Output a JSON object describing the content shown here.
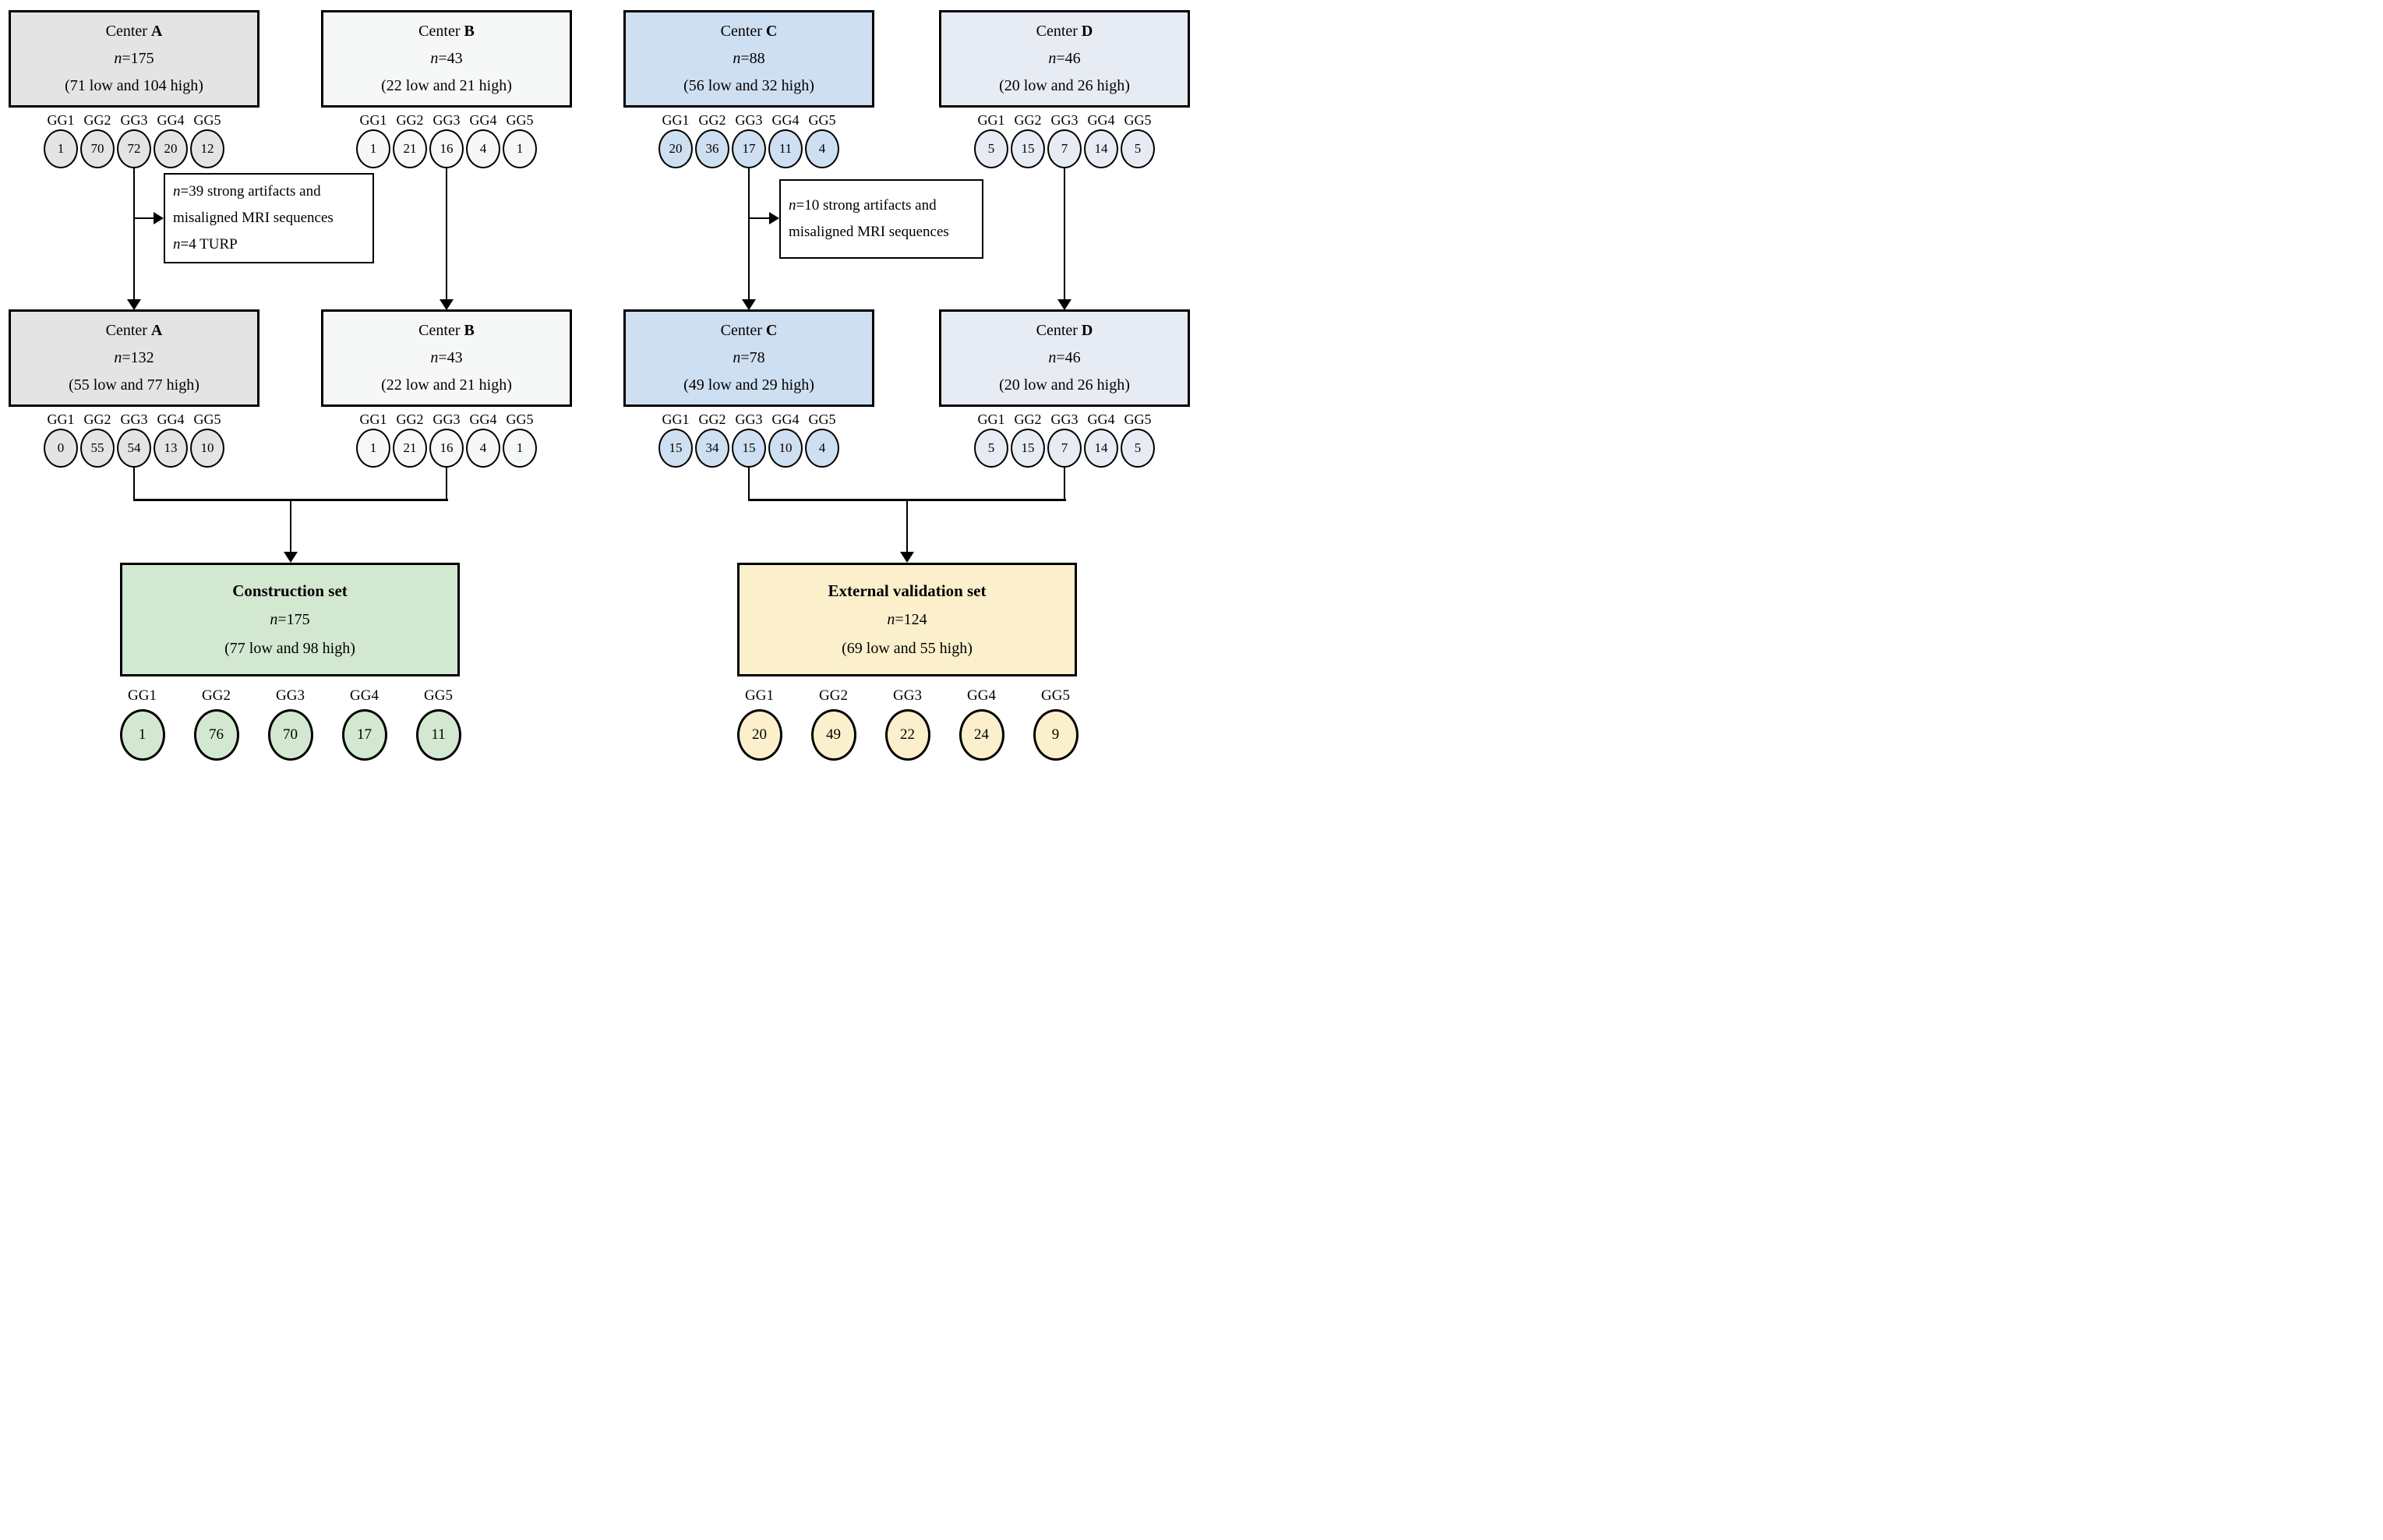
{
  "diagram": {
    "gg_labels": [
      "GG1",
      "GG2",
      "GG3",
      "GG4",
      "GG5"
    ],
    "columns": [
      {
        "name": "Center A",
        "color": "#e4e4e4",
        "row1": {
          "title_prefix": "Center ",
          "title_letter": "A",
          "n_italic": "n",
          "n_rest": "=175",
          "breakdown": "(71 low and 104 high)",
          "gg_values": [
            "1",
            "70",
            "72",
            "20",
            "12"
          ]
        },
        "row2": {
          "title_prefix": "Center ",
          "title_letter": "A",
          "n_italic": "n",
          "n_rest": "=132",
          "breakdown": "(55 low and 77 high)",
          "gg_values": [
            "0",
            "55",
            "54",
            "13",
            "10"
          ]
        }
      },
      {
        "name": "Center B",
        "color": "#f6f7f7",
        "row1": {
          "title_prefix": "Center ",
          "title_letter": "B",
          "n_italic": "n",
          "n_rest": "=43",
          "breakdown": "(22 low and 21 high)",
          "gg_values": [
            "1",
            "21",
            "16",
            "4",
            "1"
          ]
        },
        "row2": {
          "title_prefix": "Center ",
          "title_letter": "B",
          "n_italic": "n",
          "n_rest": "=43",
          "breakdown": "(22 low and 21 high)",
          "gg_values": [
            "1",
            "21",
            "16",
            "4",
            "1"
          ]
        }
      },
      {
        "name": "Center C",
        "color": "#cfdff2",
        "row1": {
          "title_prefix": "Center ",
          "title_letter": "C",
          "n_italic": "n",
          "n_rest": "=88",
          "breakdown": "(56 low and 32 high)",
          "gg_values": [
            "20",
            "36",
            "17",
            "11",
            "4"
          ]
        },
        "row2": {
          "title_prefix": "Center ",
          "title_letter": "C",
          "n_italic": "n",
          "n_rest": "=78",
          "breakdown": "(49 low and 29 high)",
          "gg_values": [
            "15",
            "34",
            "15",
            "10",
            "4"
          ]
        }
      },
      {
        "name": "Center D",
        "color": "#e7ebf4",
        "row1": {
          "title_prefix": "Center ",
          "title_letter": "D",
          "n_italic": "n",
          "n_rest": "=46",
          "breakdown": "(20 low and 26 high)",
          "gg_values": [
            "5",
            "15",
            "7",
            "14",
            "5"
          ]
        },
        "row2": {
          "title_prefix": "Center ",
          "title_letter": "D",
          "n_italic": "n",
          "n_rest": "=46",
          "breakdown": "(20 low and 26 high)",
          "gg_values": [
            "5",
            "15",
            "7",
            "14",
            "5"
          ]
        }
      }
    ],
    "exclusion_boxes": [
      {
        "line1_italic": "n",
        "line1_rest": "=39 strong artifacts and",
        "line2": "misaligned MRI sequences",
        "line3_italic": "n",
        "line3_rest": "=4 TURP"
      },
      {
        "line1_italic": "n",
        "line1_rest": "=10 strong artifacts and",
        "line2": "misaligned MRI sequences"
      }
    ],
    "outputs": [
      {
        "title": "Construction set",
        "n_italic": "n",
        "n_rest": "=175",
        "breakdown": "(77 low and 98 high)",
        "color": "#d3e8d1",
        "gg_values": [
          "1",
          "76",
          "70",
          "17",
          "11"
        ]
      },
      {
        "title": "External validation set",
        "n_italic": "n",
        "n_rest": "=124",
        "breakdown": "(69 low and 55 high)",
        "color": "#fbf0cb",
        "gg_values": [
          "20",
          "49",
          "22",
          "24",
          "9"
        ]
      }
    ]
  }
}
